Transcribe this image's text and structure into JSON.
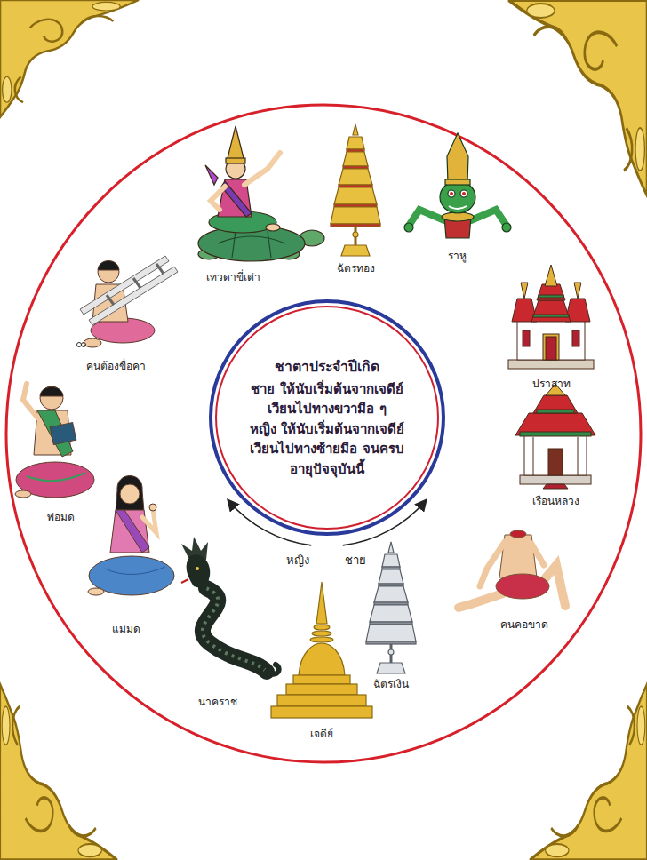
{
  "diagram": {
    "nodes": [
      {
        "text": [
          "ชาตาประจำปีเกิด",
          "ชาย ให้นับเริ่มต้นจากเจดีย์ เวียนไปทางขวามือ ๆ",
          "หญิง ให้นับเริ่มต้นจากเจดีย์ เวียนไปทางซ้ายมือ จนครบ อายุปัจจุบันนี้"
        ]
      },
      {
        "text": [
          "เทวดาขี่เต่า"
        ]
      },
      {
        "text": [
          "ฉัตรทอง"
        ]
      },
      {
        "text": [
          "ราหู"
        ]
      },
      {
        "text": [
          "ปราสาท"
        ]
      },
      {
        "text": [
          "เรือนหลวง"
        ]
      },
      {
        "text": [
          "คนคอขาด"
        ]
      },
      {
        "text": [
          "ฉัตรเงิน"
        ]
      },
      {
        "text": [
          "เจดีย์"
        ]
      },
      {
        "text": [
          "นาคราช"
        ]
      },
      {
        "text": [
          "แม่มด"
        ]
      },
      {
        "text": [
          "พ่อมด"
        ]
      },
      {
        "text": [
          "คนต้องขื่อคา"
        ]
      }
    ],
    "labels": [
      "หญิง",
      "ชาย"
    ]
  }
}
